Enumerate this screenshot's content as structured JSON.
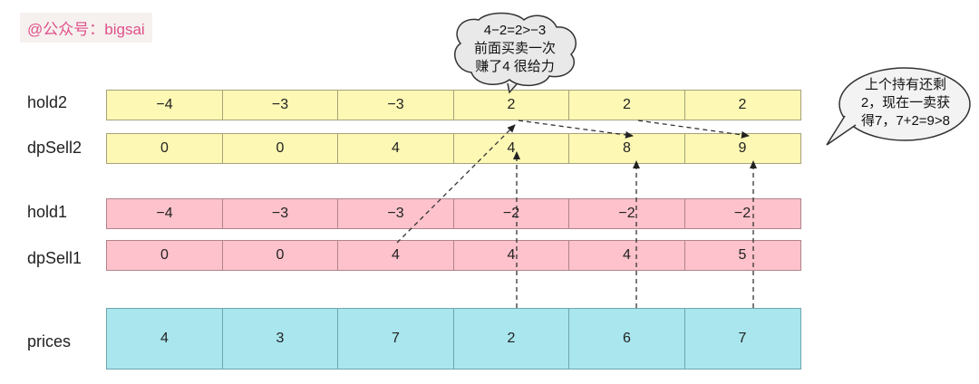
{
  "watermark": "@公众号：bigsai",
  "rows": {
    "hold2": {
      "label": "hold2",
      "values": [
        "−4",
        "−3",
        "−3",
        "2",
        "2",
        "2"
      ]
    },
    "dpSell2": {
      "label": "dpSell2",
      "values": [
        "0",
        "0",
        "4",
        "4",
        "8",
        "9"
      ]
    },
    "hold1": {
      "label": "hold1",
      "values": [
        "−4",
        "−3",
        "−3",
        "−2",
        "−2",
        "−2"
      ]
    },
    "dpSell1": {
      "label": "dpSell1",
      "values": [
        "0",
        "0",
        "4",
        "4",
        "4",
        "5"
      ]
    },
    "prices": {
      "label": "prices",
      "values": [
        "4",
        "3",
        "7",
        "2",
        "6",
        "7"
      ]
    }
  },
  "bubble_top": {
    "line1": "4−2=2>−3",
    "line2": "前面买卖一次",
    "line3": "赚了4 很给力"
  },
  "bubble_right": {
    "line1": "上个持有还剩",
    "line2": "2，现在一卖获",
    "line3": "得7，7+2=9>8"
  },
  "colors": {
    "yellow": "#fdf8b4",
    "pink": "#fdc2cb",
    "cyan": "#a9e6ee",
    "watermark": "#e0508a"
  }
}
